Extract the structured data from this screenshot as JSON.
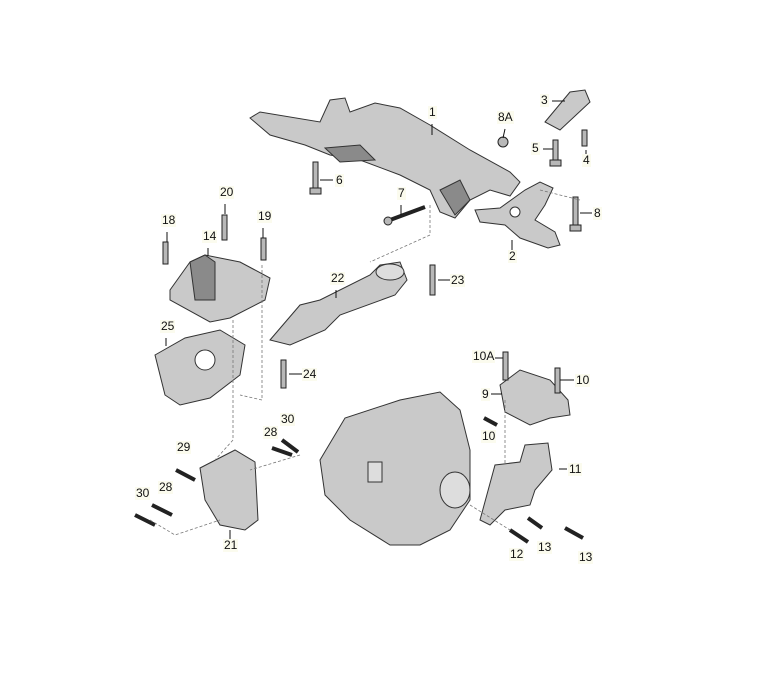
{
  "diagram": {
    "title": "Subframe, control arm and engine/gearbox mounting parts diagram",
    "callouts": {
      "p1": "1",
      "p2": "2",
      "p3": "3",
      "p4": "4",
      "p5": "5",
      "p6": "6",
      "p7": "7",
      "p8": "8",
      "p8a": "8A",
      "p9": "9",
      "p10a": "10",
      "p10b": "10",
      "p10c": "10A",
      "p11": "11",
      "p12": "12",
      "p13a": "13",
      "p13b": "13",
      "p14": "14",
      "p18": "18",
      "p19": "19",
      "p20": "20",
      "p21": "21",
      "p22": "22",
      "p23": "23",
      "p24": "24",
      "p25": "25",
      "p28a": "28",
      "p28b": "28",
      "p29": "29",
      "p30a": "30",
      "p30b": "30"
    }
  }
}
